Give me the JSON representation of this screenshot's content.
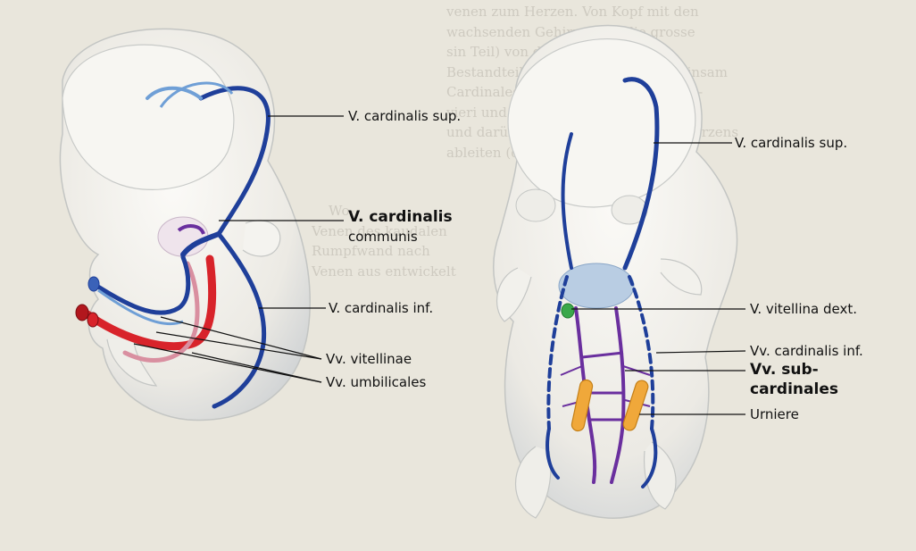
{
  "labels": {
    "left_v_cardinalis_sup": "V. cardinalis sup.",
    "left_v_cardinalis_communis_1": "V. cardinalis",
    "left_v_cardinalis_communis_2": "communis",
    "left_v_cardinalis_inf": "V. cardinalis inf.",
    "left_vv_vitellinae": "Vv. vitellinae",
    "left_vv_umbilicales": "Vv. umbilicales",
    "right_v_cardinalis_sup": "V. cardinalis sup.",
    "right_v_vitellina_dext": "V. vitellina dext.",
    "right_vv_cardinalis_inf": "Vv. cardinalis inf.",
    "right_vv_subcardinales_1": "Vv. sub-",
    "right_vv_subcardinales_2": "cardinales",
    "right_urniere": "Urniere"
  },
  "colors": {
    "vein_blue": "#1f3f9a",
    "light_blue": "#6f9fd6",
    "artery_red": "#d8232a",
    "pink": "#d98fa0",
    "purple": "#6a2f9e",
    "urniere_orange": "#f0a83a",
    "green": "#3aa84a",
    "embryo": "#f3f1ec",
    "embryo_shadow": "#cfd3d6"
  }
}
